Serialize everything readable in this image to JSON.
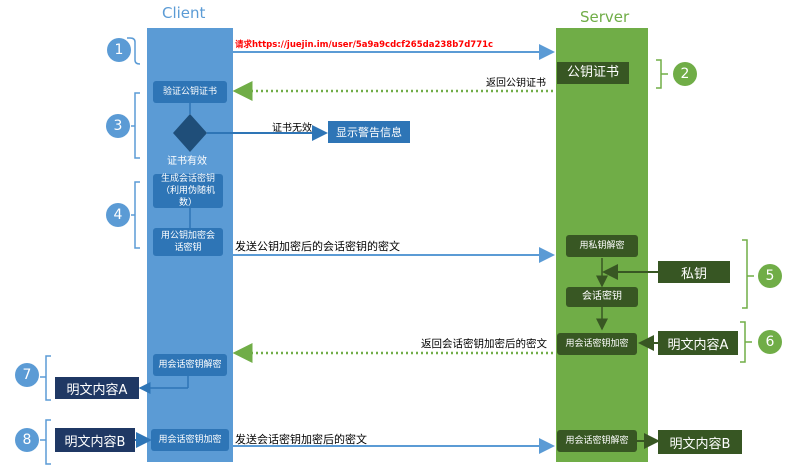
{
  "lanes": {
    "client": "Client",
    "server": "Server"
  },
  "steps": [
    "1",
    "2",
    "3",
    "4",
    "5",
    "6",
    "7",
    "8"
  ],
  "messages": {
    "request": "请求https://juejin.im/user/5a9a9cdcf265da238b7d771c",
    "return_cert": "返回公钥证书",
    "cert_invalid": "证书无效",
    "send_encrypted_key": "发送公钥加密后的会话密钥的密文",
    "return_encrypted_text": "返回会话密钥加密后的密文",
    "send_session_encrypted": "发送会话密钥加密后的密文"
  },
  "client_boxes": {
    "verify_cert": "验证公钥证书",
    "cert_valid": "证书有效",
    "generate_key": "生成会话密钥（利用伪随机数）",
    "encrypt_with_pubkey": "用公钥加密会话密钥",
    "decrypt_with_session": "用会话密钥解密",
    "encrypt_with_session": "用会话密钥加密"
  },
  "server_boxes": {
    "public_cert": "公钥证书",
    "decrypt_with_private": "用私钥解密",
    "session_key": "会话密钥",
    "encrypt_with_session": "用会话密钥加密",
    "decrypt_with_session": "用会话密钥解密"
  },
  "external": {
    "show_warning": "显示警告信息",
    "private_key": "私钥",
    "plaintext_a_server": "明文内容A",
    "plaintext_a_client": "明文内容A",
    "plaintext_b_client": "明文内容B",
    "plaintext_b_server": "明文内容B"
  },
  "colors": {
    "client": "#5b9bd5",
    "server": "#70ad47",
    "request_text": "#ff0000",
    "arrow_blue": "#5b9bd5",
    "arrow_green_dotted": "#70ad47"
  }
}
